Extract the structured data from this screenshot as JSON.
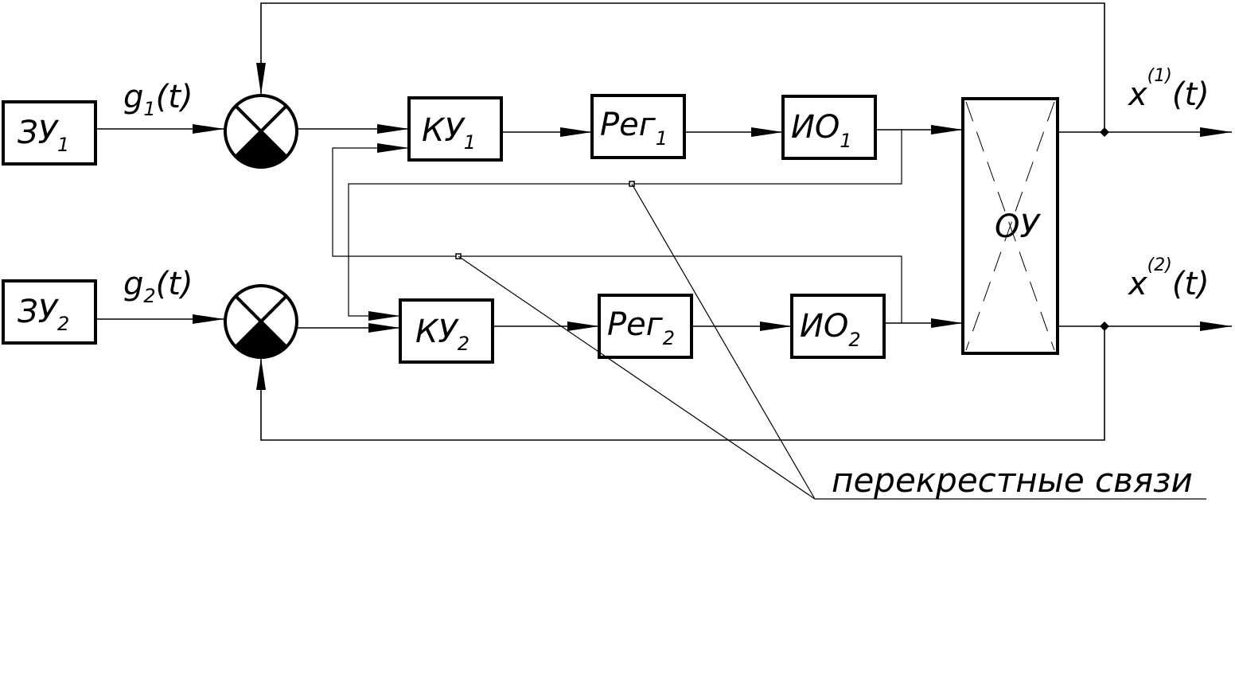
{
  "blocks": {
    "zu1": {
      "main": "ЗУ",
      "sub": "1"
    },
    "zu2": {
      "main": "ЗУ",
      "sub": "2"
    },
    "ku1": {
      "main": "КУ",
      "sub": "1"
    },
    "ku2": {
      "main": "КУ",
      "sub": "2"
    },
    "reg1": {
      "main": "Рег",
      "sub": "1"
    },
    "reg2": {
      "main": "Рег",
      "sub": "2"
    },
    "io1": {
      "main": "ИО",
      "sub": "1"
    },
    "io2": {
      "main": "ИО",
      "sub": "2"
    },
    "ou": {
      "main": "ОУ"
    }
  },
  "signals": {
    "g1": {
      "base": "g",
      "sub": "1",
      "arg": "(t)"
    },
    "g2": {
      "base": "g",
      "sub": "2",
      "arg": "(t)"
    },
    "x1": {
      "base": "x",
      "sup": "(1)",
      "arg": "(t)"
    },
    "x2": {
      "base": "x",
      "sup": "(2)",
      "arg": "(t)"
    }
  },
  "annotation": {
    "cross_links": "перекрестные связи"
  }
}
